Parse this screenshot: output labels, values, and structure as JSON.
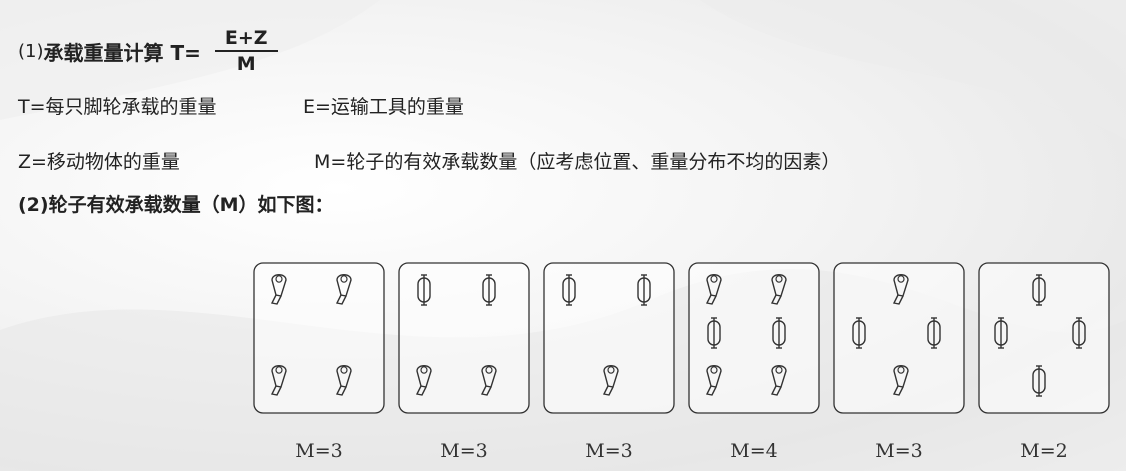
{
  "formula": {
    "prefix": "(1)",
    "title": "承载重量计算 T=",
    "numerator": "E+Z",
    "denominator": "M"
  },
  "definitions": {
    "t": "T=每只脚轮承载的重量",
    "e": "E=运输工具的重量",
    "z": "Z=移动物体的重量",
    "m": "M=轮子的有效承载数量（应考虑位置、重量分布不均的因素）"
  },
  "section2_title": "(2)轮子有效承载数量（M）如下图：",
  "diagrams": [
    {
      "label": "M=3",
      "wheels": [
        "swivel",
        "swivel",
        "swivel",
        "swivel"
      ]
    },
    {
      "label": "M=3",
      "wheels": [
        "fixed",
        "fixed",
        "swivel",
        "swivel"
      ]
    },
    {
      "label": "M=3",
      "wheels": [
        "fixed",
        "fixed",
        "swivel"
      ]
    },
    {
      "label": "M=4",
      "wheels": [
        "swivel",
        "swivel",
        "fixed",
        "fixed",
        "swivel",
        "swivel"
      ]
    },
    {
      "label": "M=3",
      "wheels": [
        "swivel",
        "fixed",
        "fixed",
        "swivel"
      ]
    },
    {
      "label": "M=2",
      "wheels": [
        "fixed",
        "fixed",
        "fixed",
        "fixed"
      ]
    }
  ]
}
